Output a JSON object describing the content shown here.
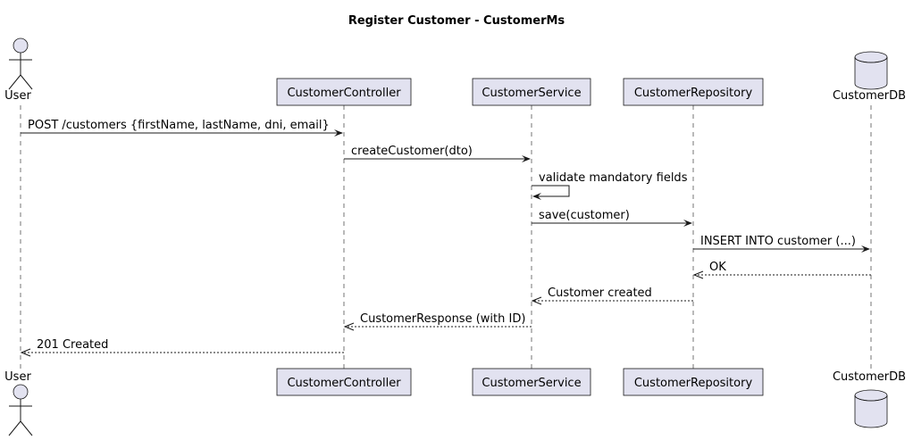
{
  "title": "Register Customer - CustomerMs",
  "participants": [
    {
      "id": "user",
      "label": "User",
      "kind": "actor"
    },
    {
      "id": "controller",
      "label": "CustomerController",
      "kind": "participant"
    },
    {
      "id": "service",
      "label": "CustomerService",
      "kind": "participant"
    },
    {
      "id": "repository",
      "label": "CustomerRepository",
      "kind": "participant"
    },
    {
      "id": "db",
      "label": "CustomerDB",
      "kind": "database"
    }
  ],
  "messages": [
    {
      "from": "user",
      "to": "controller",
      "label": "POST /customers {firstName, lastName, dni, email}",
      "style": "sync"
    },
    {
      "from": "controller",
      "to": "service",
      "label": "createCustomer(dto)",
      "style": "sync"
    },
    {
      "from": "service",
      "to": "service",
      "label": "validate mandatory fields",
      "style": "self"
    },
    {
      "from": "service",
      "to": "repository",
      "label": "save(customer)",
      "style": "sync"
    },
    {
      "from": "repository",
      "to": "db",
      "label": "INSERT INTO customer (...)",
      "style": "sync"
    },
    {
      "from": "db",
      "to": "repository",
      "label": "OK",
      "style": "return"
    },
    {
      "from": "repository",
      "to": "service",
      "label": "Customer created",
      "style": "return"
    },
    {
      "from": "service",
      "to": "controller",
      "label": "CustomerResponse (with ID)",
      "style": "return"
    },
    {
      "from": "controller",
      "to": "user",
      "label": "201 Created",
      "style": "return"
    }
  ],
  "colors": {
    "box_fill": "#E2E2F0",
    "line": "#181818"
  }
}
